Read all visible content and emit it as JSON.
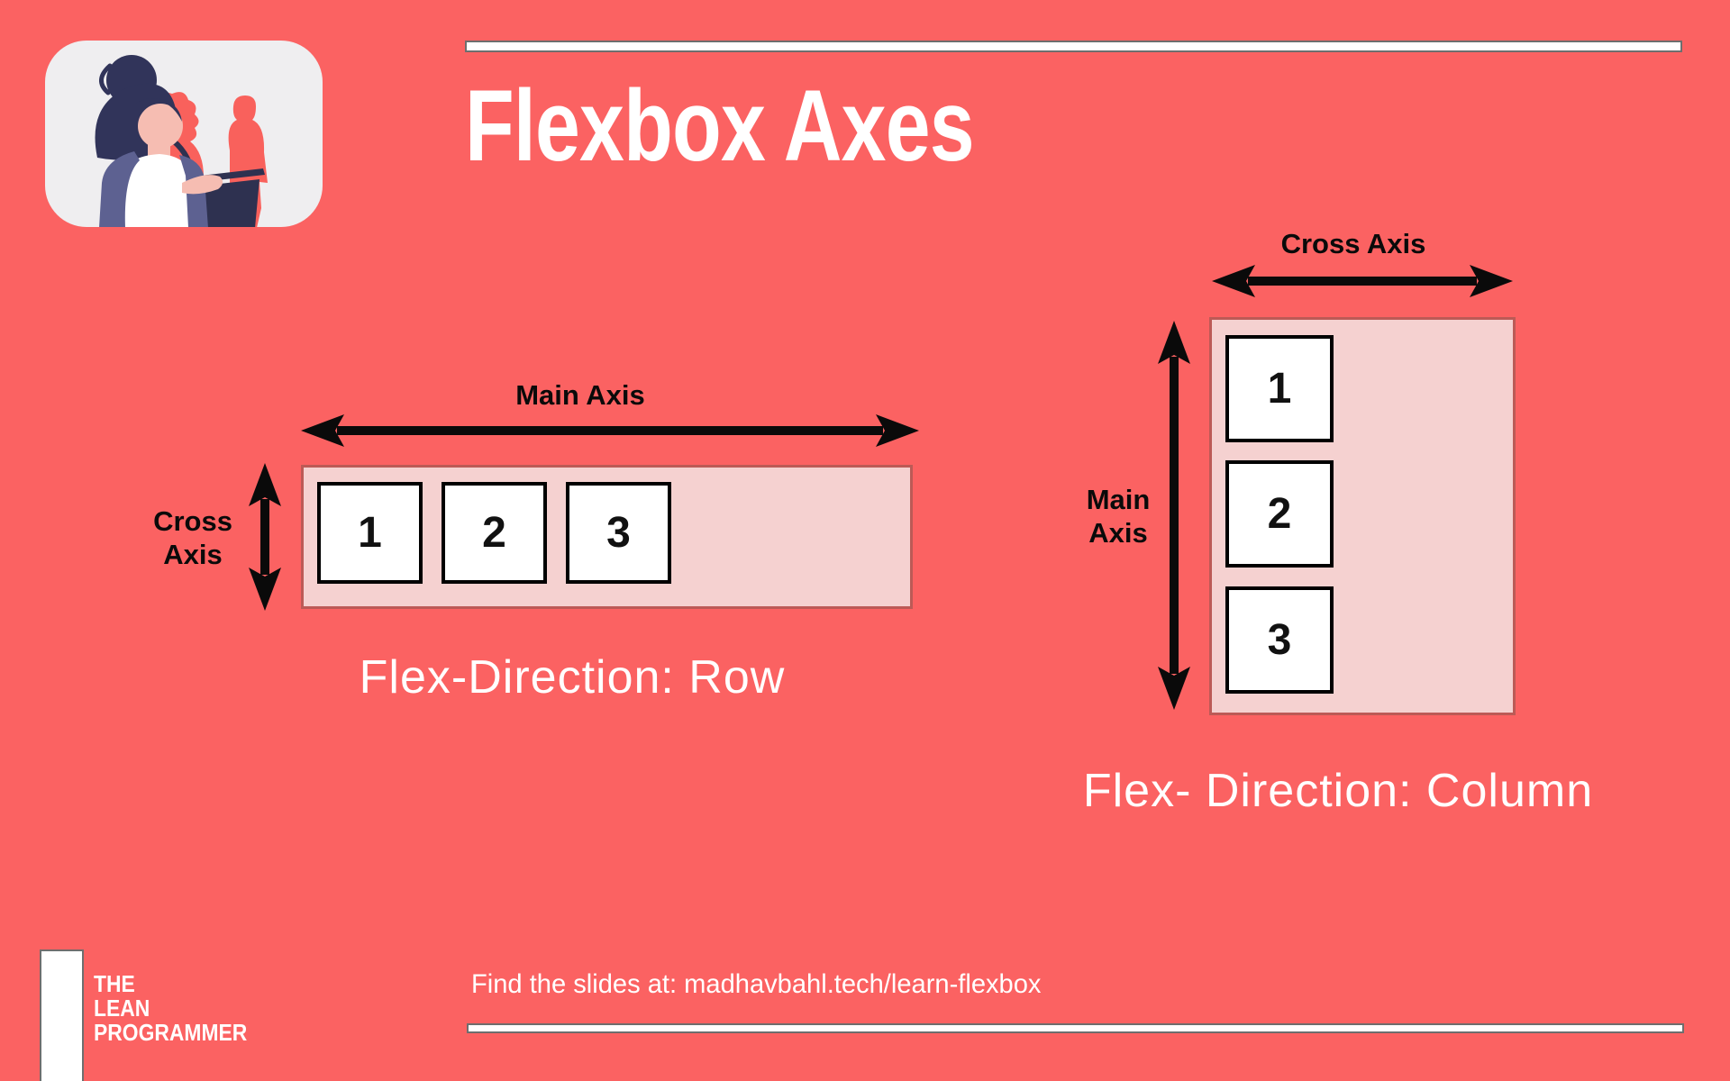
{
  "colors": {
    "background": "#FB6262",
    "container_fill": "#F5D1D0",
    "container_border": "#BC5A56",
    "item_border": "#000000",
    "arrow_color": "#0A0A0A",
    "text_light": "#FFFFFF",
    "text_dark": "#0A0A0A",
    "bar_fill": "#FFFFFF",
    "bar_border": "#6E6E6E",
    "logo_background": "#EFEEF0"
  },
  "header": {
    "title": "Flexbox Axes",
    "logo_icon": "speaker-presentation-illustration"
  },
  "row_diagram": {
    "main_axis_label": "Main Axis",
    "cross_axis_label_lines": [
      "Cross",
      "Axis"
    ],
    "items": [
      "1",
      "2",
      "3"
    ],
    "caption": "Flex-Direction: Row"
  },
  "column_diagram": {
    "cross_axis_label": "Cross Axis",
    "main_axis_label_lines": [
      "Main",
      "Axis"
    ],
    "items": [
      "1",
      "2",
      "3"
    ],
    "caption": "Flex- Direction: Column"
  },
  "footer": {
    "brand_lines": [
      "THE",
      "LEAN",
      "PROGRAMMER"
    ],
    "note": "Find the slides at: madhavbahl.tech/learn-flexbox"
  }
}
